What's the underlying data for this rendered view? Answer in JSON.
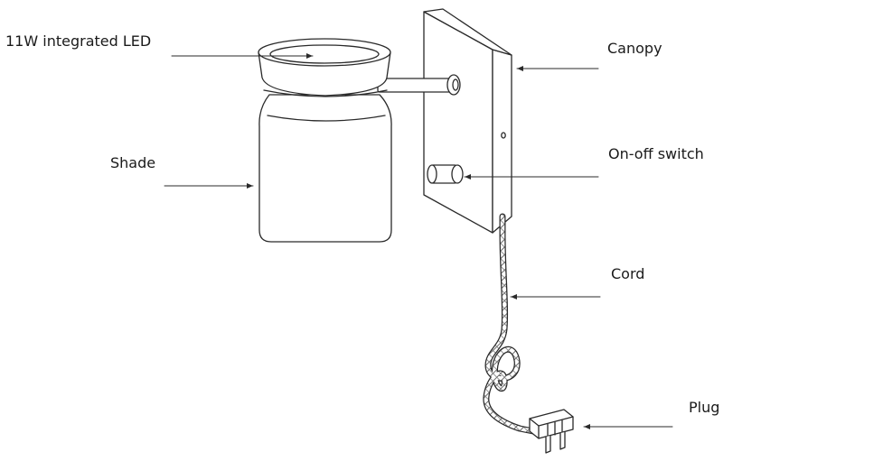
{
  "labels": {
    "led": "11W integrated LED",
    "canopy": "Canopy",
    "shade": "Shade",
    "switch": "On-off switch",
    "cord": "Cord",
    "plug": "Plug"
  },
  "colors": {
    "line": "#2a2a2a",
    "text": "#1a1a1a",
    "background": "#ffffff"
  }
}
